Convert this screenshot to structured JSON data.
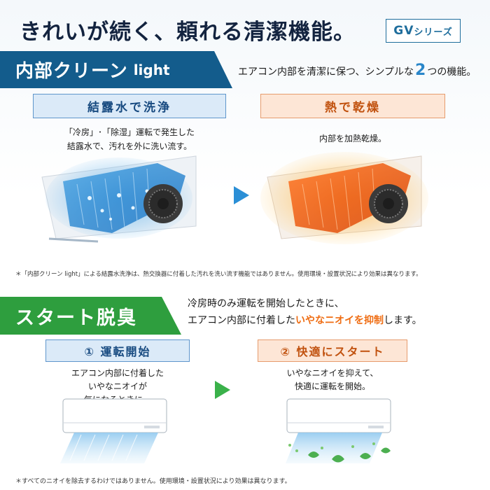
{
  "header": {
    "headline": "きれいが続く、頼れる清潔機能。",
    "series_main": "GV",
    "series_suffix": "シリーズ"
  },
  "section1": {
    "title": "内部クリーン",
    "title_suffix": "light",
    "intro_before": "エアコン内部を清潔に保つ、シンプルな",
    "intro_number": "2",
    "intro_after": "つの機能。",
    "features": [
      {
        "label": "結露水で洗浄",
        "desc_line1": "「冷房」･「除湿」運転で発生した",
        "desc_line2": "結露水で、汚れを外に洗い流す。",
        "icon": "condensation-wash-illustration"
      },
      {
        "label": "熱で乾燥",
        "desc_line1": "内部を加熱乾燥。",
        "icon": "heat-dry-illustration"
      }
    ],
    "note": "＊「内部クリーン light」による結露水洗浄は、熱交換器に付着した汚れを洗い流す機能ではありません。使用環境・設置状況により効果は異なります。"
  },
  "section2": {
    "title": "スタート脱臭",
    "intro_line1": "冷房時のみ運転を開始したときに、",
    "intro_line2_before": "エアコン内部に付着した",
    "intro_line2_highlight": "いやなニオイを抑制",
    "intro_line2_after": "します。",
    "steps": [
      {
        "label": "① 運転開始",
        "desc_line1": "エアコン内部に付着した",
        "desc_line2": "いやなニオイが",
        "desc_line3": "気になるときに。"
      },
      {
        "label": "② 快適にスタート",
        "desc_line1": "いやなニオイを抑えて、",
        "desc_line2": "快適に運転を開始。"
      }
    ],
    "note": "＊すべてのニオイを除去するわけではありません。使用環境・設置状況により効果は異なります。"
  },
  "colors": {
    "navy": "#135c8c",
    "green": "#2e9e3e",
    "orange": "#ef6d13",
    "accent_blue": "#2a86c9"
  }
}
